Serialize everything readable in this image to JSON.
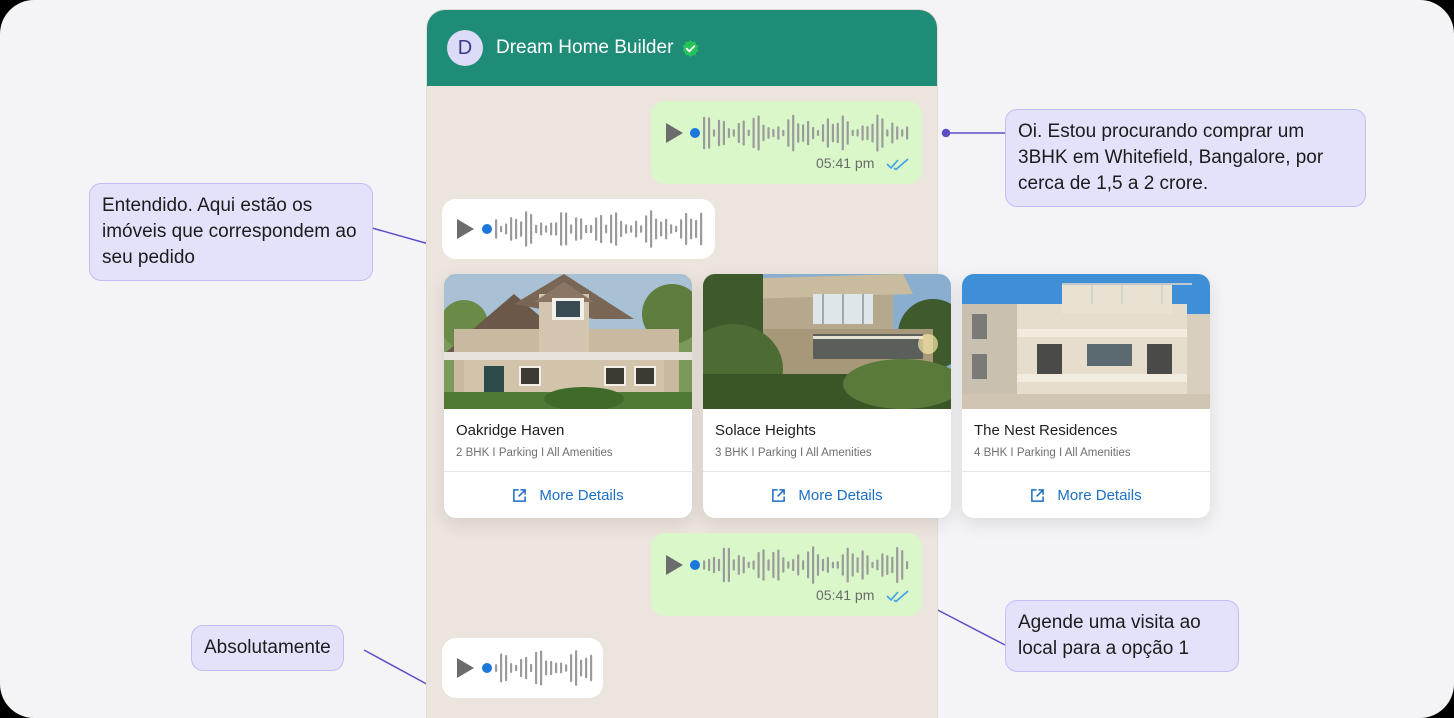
{
  "chat": {
    "contact_name": "Dream Home Builder",
    "avatar_initial": "D"
  },
  "messages": {
    "out1_time": "05:41 pm",
    "out2_time": "05:41 pm"
  },
  "properties": [
    {
      "name": "Oakridge Haven",
      "meta": "2 BHK  I  Parking   I All Amenities",
      "link": "More Details"
    },
    {
      "name": "Solace Heights",
      "meta": "3 BHK  I  Parking   I All Amenities",
      "link": "More Details"
    },
    {
      "name": "The Nest Residences",
      "meta": "4 BHK  I  Parking   I All Amenities",
      "link": "More Details"
    }
  ],
  "callouts": {
    "user_request": "Oi. Estou procurando comprar um 3BHK em Whitefield, Bangalore, por cerca de 1,5 a 2 crore.",
    "bot_reply": "Entendido. Aqui estão os imóveis que correspondem ao seu pedido",
    "user_visit": "Agende uma visita ao local para a opção 1",
    "bot_confirm": "Absolutamente"
  },
  "colors": {
    "header": "#1f8c78",
    "chat_bg": "#ece5dd",
    "outgoing_bubble": "#d9f7c9",
    "incoming_bubble": "#ffffff",
    "link": "#1c6fc4",
    "callout_bg": "#e4e2fb",
    "read_ticks": "#3aa0e8"
  },
  "icons": {
    "verified": "verified-badge-icon",
    "play": "play-icon",
    "read": "double-check-icon",
    "external": "external-link-icon"
  }
}
